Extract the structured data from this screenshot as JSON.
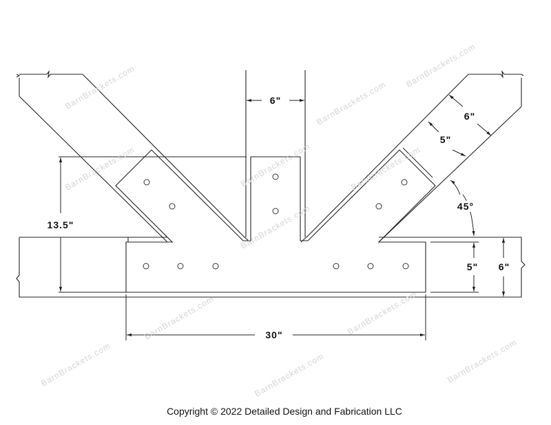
{
  "watermark": "BarnBrackets.com",
  "dimensions": {
    "post_width": "6\"",
    "bracket_height": "13.5\"",
    "bracket_length": "30\"",
    "brace_width": "6\"",
    "brace_leg": "5\"",
    "brace_angle": "45°",
    "beam_leg": "5\"",
    "beam_depth": "6\""
  },
  "copyright": "Copyright © 2022 Detailed Design and Fabrication LLC"
}
